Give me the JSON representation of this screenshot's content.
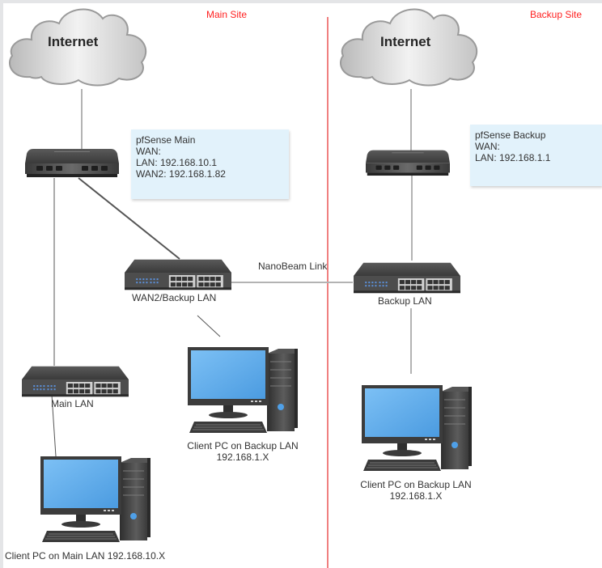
{
  "sites": {
    "main": {
      "label": "Main Site"
    },
    "backup": {
      "label": "Backup Site"
    }
  },
  "colors": {
    "site_label": "#ff2020",
    "divider": "#f08080",
    "note_bg": "#e2f2fb",
    "link_line": "#b3b3b3",
    "device_dark": "#4a4a4a",
    "screen": "#5aa8ec"
  },
  "nodes": {
    "internet_main": {
      "label": "Internet",
      "icon": "cloud-icon"
    },
    "internet_backup": {
      "label": "Internet",
      "icon": "cloud-icon"
    },
    "router_main": {
      "icon": "router-icon"
    },
    "router_backup": {
      "icon": "router-icon"
    },
    "switch_wan2": {
      "label": "WAN2/Backup LAN",
      "icon": "switch-icon"
    },
    "switch_backup": {
      "label": "Backup LAN",
      "icon": "switch-icon"
    },
    "switch_main": {
      "label": "Main LAN",
      "icon": "switch-icon"
    },
    "pc_backup_main_site": {
      "label_line1": "Client PC on Backup LAN",
      "label_line2": "192.168.1.X",
      "icon": "desktop-pc-icon"
    },
    "pc_backup_site": {
      "label_line1": "Client PC on Backup LAN",
      "label_line2": "192.168.1.X",
      "icon": "desktop-pc-icon"
    },
    "pc_main": {
      "label": "Client PC on Main LAN 192.168.10.X",
      "icon": "desktop-pc-icon"
    }
  },
  "notes": {
    "pfsense_main": {
      "lines": [
        "pfSense Main",
        "WAN:",
        "LAN: 192.168.10.1",
        "WAN2: 192.168.1.82"
      ]
    },
    "pfsense_backup": {
      "lines": [
        "pfSense Backup",
        "WAN:",
        "LAN: 192.168.1.1"
      ]
    }
  },
  "links": {
    "nanobeam": {
      "label": "NanoBeam Link"
    }
  }
}
